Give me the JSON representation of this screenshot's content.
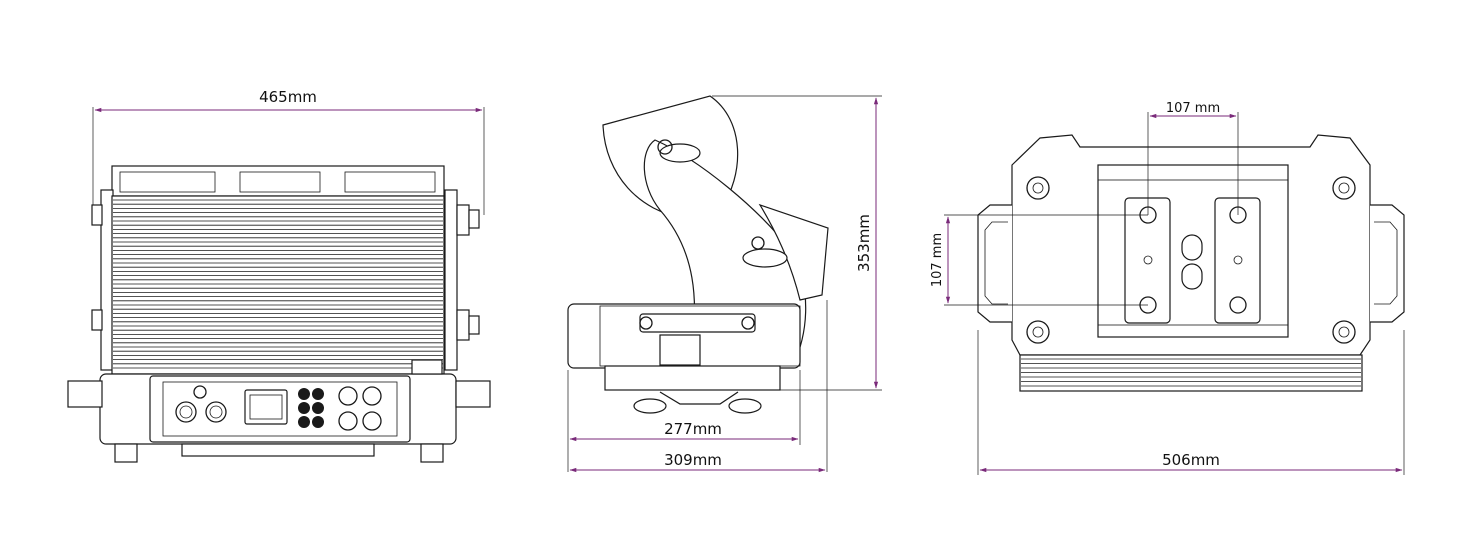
{
  "dimensions": {
    "front_width": "465mm",
    "side_height": "353mm",
    "side_depth_inner": "277mm",
    "side_depth_outer": "309mm",
    "bottom_spacing_h": "107 mm",
    "bottom_spacing_v": "107 mm",
    "bottom_width": "506mm"
  },
  "colors": {
    "line": "#1a1a1a",
    "dimension_arrow": "#7a2a7a"
  }
}
